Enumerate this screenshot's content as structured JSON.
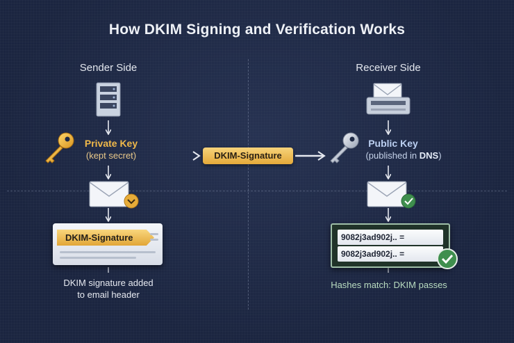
{
  "title": "How DKIM Signing and Verification Works",
  "sender": {
    "heading": "Sender Side",
    "key_label": "Private Key",
    "key_sub": "(kept secret)",
    "card_badge": "DKIM-Signature",
    "caption_line1": "DKIM signature added",
    "caption_line2": "to email header"
  },
  "middle": {
    "badge": "DKIM-Signature"
  },
  "receiver": {
    "heading": "Receiver Side",
    "key_label": "Public Key",
    "key_sub_prefix": "(published in ",
    "key_sub_dns": "DNS",
    "key_sub_suffix": ")",
    "hash1": "9082j3ad902j.. =",
    "hash2": "9082j3ad902j.. =",
    "caption": "Hashes match: DKIM passes"
  },
  "icons": {
    "server": "server-icon",
    "private_key": "gold-key-icon",
    "email_signed": "envelope-signed-icon",
    "printer": "mail-printer-icon",
    "public_key": "silver-key-icon",
    "email_verified": "envelope-check-icon",
    "match": "check-circle-icon"
  },
  "colors": {
    "background": "#1b2540",
    "gold": "#f0b94a",
    "green_check": "#3f8f4e",
    "public_blue": "#bcd0f2"
  }
}
